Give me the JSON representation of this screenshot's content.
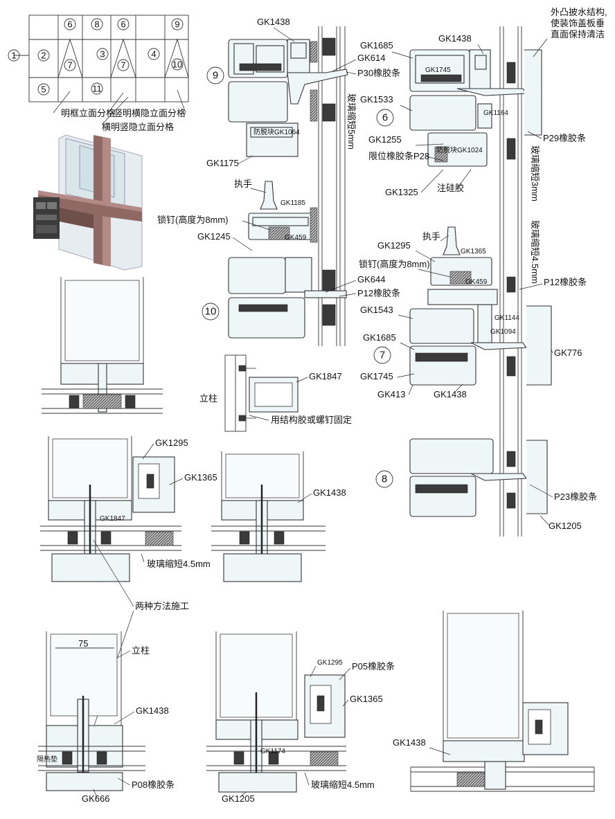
{
  "grid_diagram": {
    "cell_numbers": [
      "1",
      "2",
      "3",
      "4",
      "5",
      "6",
      "7",
      "8",
      "9",
      "10",
      "11"
    ],
    "captions": [
      "明框立面分格",
      "竖明横隐立面分格",
      "横明竖隐立面分格"
    ]
  },
  "section_numbers": [
    "1",
    "2",
    "3",
    "4",
    "5",
    "6",
    "7",
    "8",
    "9",
    "10",
    "11"
  ],
  "section9": {
    "labels": [
      "GK1438",
      "GK614",
      "P30橡胶条",
      "防脱块GK1064",
      "GK1175"
    ]
  },
  "section10": {
    "labels": [
      "执手",
      "GK1185",
      "锁钉(高度为8mm)",
      "GK1245",
      "GK459",
      "GK644",
      "P12橡胶条"
    ]
  },
  "glass_short_5mm": "玻璃缩短5mm",
  "section6": {
    "note": "外凸披水结构，使装饰盖板垂直面保持清洁",
    "note_lines": [
      "外凸披水结构,",
      "使装饰盖板垂",
      "直面保持清洁"
    ],
    "labels": [
      "GK1438",
      "GK1685",
      "GK1745",
      "GK1533",
      "GK1164",
      "GK1255",
      "P29橡胶条",
      "防脱块GK1024",
      "限位橡胶条P28",
      "GK1325",
      "注硅胶"
    ]
  },
  "glass_short_3mm": "玻璃缩短3mm",
  "glass_short_45": "玻璃缩短4.5mm",
  "section7": {
    "labels": [
      "执手",
      "GK1295",
      "GK1365",
      "锁钉(高度为8mm)",
      "GK459",
      "P12橡胶条",
      "GK1543",
      "GK1144",
      "GK1094",
      "GK1685",
      "GK776",
      "GK1745",
      "GK413",
      "GK1438"
    ]
  },
  "section8": {
    "labels": [
      "P23橡胶条",
      "GK1205"
    ]
  },
  "mullion_detail": {
    "labels": [
      "立柱",
      "GK1847",
      "用结构胶或螺钉固定"
    ]
  },
  "section4": {
    "labels": [
      "GK1295",
      "GK1365",
      "GK1847",
      "玻璃缩短4.5mm"
    ]
  },
  "section5": {
    "labels": [
      "GK1438"
    ]
  },
  "two_methods": "两种方法施工",
  "section1": {
    "labels": [
      "75",
      "立柱",
      "GK1438",
      "隔热垫",
      "GK666",
      "P08橡胶条"
    ]
  },
  "section2": {
    "labels": [
      "GK1295",
      "P05橡胶条",
      "GK1365",
      "GK1174",
      "GK1205",
      "玻璃缩短4.5mm"
    ]
  },
  "section3": {
    "labels": [
      "GK1438"
    ]
  }
}
